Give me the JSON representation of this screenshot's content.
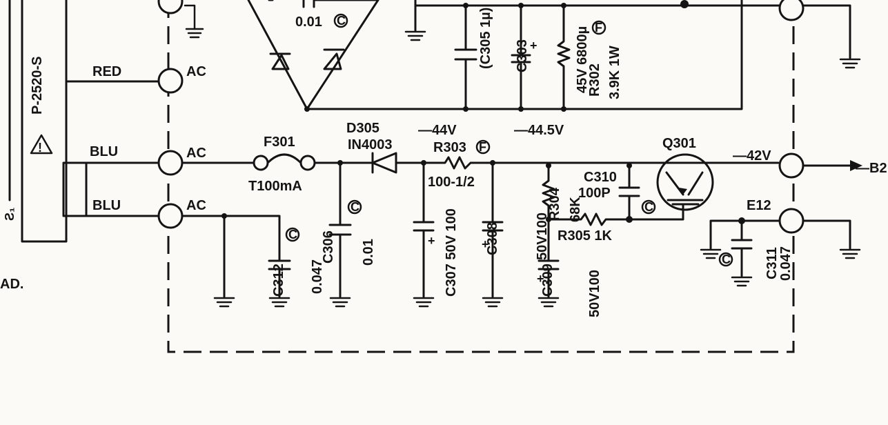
{
  "labels": {
    "cap_top": "0.01",
    "cap_top_mark": "C",
    "c305": "(C305 1µ)",
    "c303": "C303",
    "c303_val": "45V 6800µ",
    "r302": "R302",
    "r302_val": "3.9K 1W",
    "r302_mark": "F",
    "p2520": "P-2520-S",
    "warn": "!",
    "left_edge": "Ƨ₁",
    "ad": "AD.",
    "red": "RED",
    "blu1": "BLU",
    "blu2": "BLU",
    "ac1": "AC",
    "ac2": "AC",
    "ac3": "AC",
    "v44": "—44V",
    "v445": "—44.5V",
    "d305": "D305",
    "d305_val": "IN4003",
    "f301": "F301",
    "f301_val": "T100mA",
    "r303": "R303",
    "r303_mark": "F",
    "r303_val": "100-1/2",
    "q301": "Q301",
    "v42": "—42V",
    "b2": "—B2",
    "c310": "C310",
    "c310_val": "100P",
    "c310_mark": "C",
    "r304": "R304",
    "r304_val": "68K",
    "r305": "R305 1K",
    "e12": "E12",
    "c306": "C306",
    "c306_val": "0.01",
    "c306_mark": "C",
    "c312": "C312",
    "c312_val": "0.047",
    "c312_mark": "C",
    "c307": "C307 50V 100",
    "c308": "C308",
    "c308_val": "50V100",
    "c309": "C309",
    "c309_val": "50V100",
    "c311": "C311",
    "c311_val": "0.047",
    "c311_mark": "C",
    "plus": "+"
  }
}
